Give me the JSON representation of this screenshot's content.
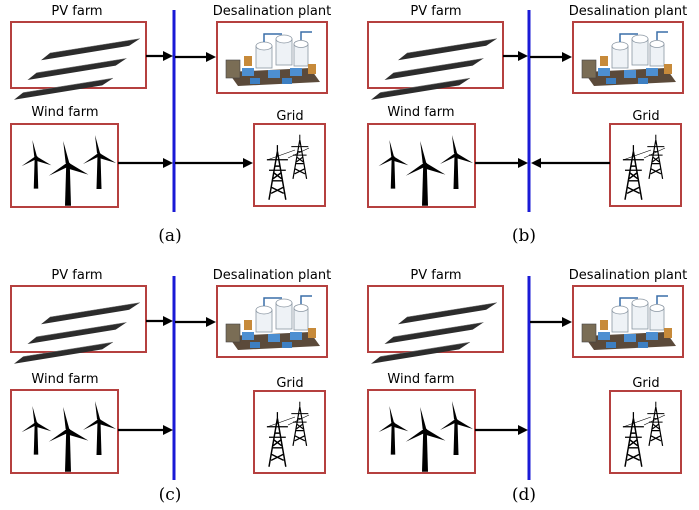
{
  "labels": {
    "pv": "PV farm",
    "wind": "Wind farm",
    "desal": "Desalination plant",
    "grid": "Grid"
  },
  "panels": [
    {
      "caption": "(a)",
      "grid_flow": "to-grid"
    },
    {
      "caption": "(b)",
      "grid_flow": "from-grid"
    },
    {
      "caption": "(c)",
      "grid_flow": "none"
    },
    {
      "caption": "(d)",
      "grid_flow": "none"
    }
  ],
  "colors": {
    "box_border": "#b5403f",
    "bus": "#1a1ad6",
    "arrow": "#000000"
  },
  "icons": [
    "solar-panel-icon",
    "wind-turbine-icon",
    "desalination-plant-icon",
    "transmission-tower-icon"
  ]
}
